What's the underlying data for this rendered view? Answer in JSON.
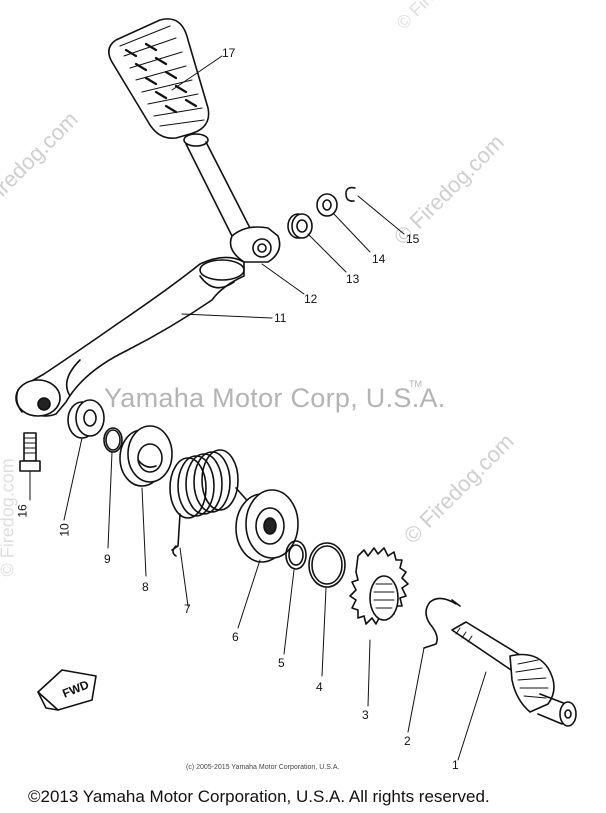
{
  "watermarks": {
    "firedog_left": "© Firedog.com",
    "firedog_right_top": "© Firedog.com",
    "firedog_right_mid": "© Firedog.com",
    "firedog_left_bottom": "© Firedog.com",
    "firedog_top_right": "© Firedog.com",
    "center_text": "Yamaha Motor Corp, U.S.A.",
    "tm_mark": "TM"
  },
  "small_copyright": "(c) 2005-2015 Yamaha Motor Corporation, U.S.A.",
  "footer_copyright": "©2013 Yamaha Motor Corporation, U.S.A. All rights reserved.",
  "fwd_label": "FWD",
  "callouts": [
    "1",
    "2",
    "3",
    "4",
    "5",
    "6",
    "7",
    "8",
    "9",
    "10",
    "11",
    "12",
    "13",
    "14",
    "15",
    "16",
    "17"
  ]
}
